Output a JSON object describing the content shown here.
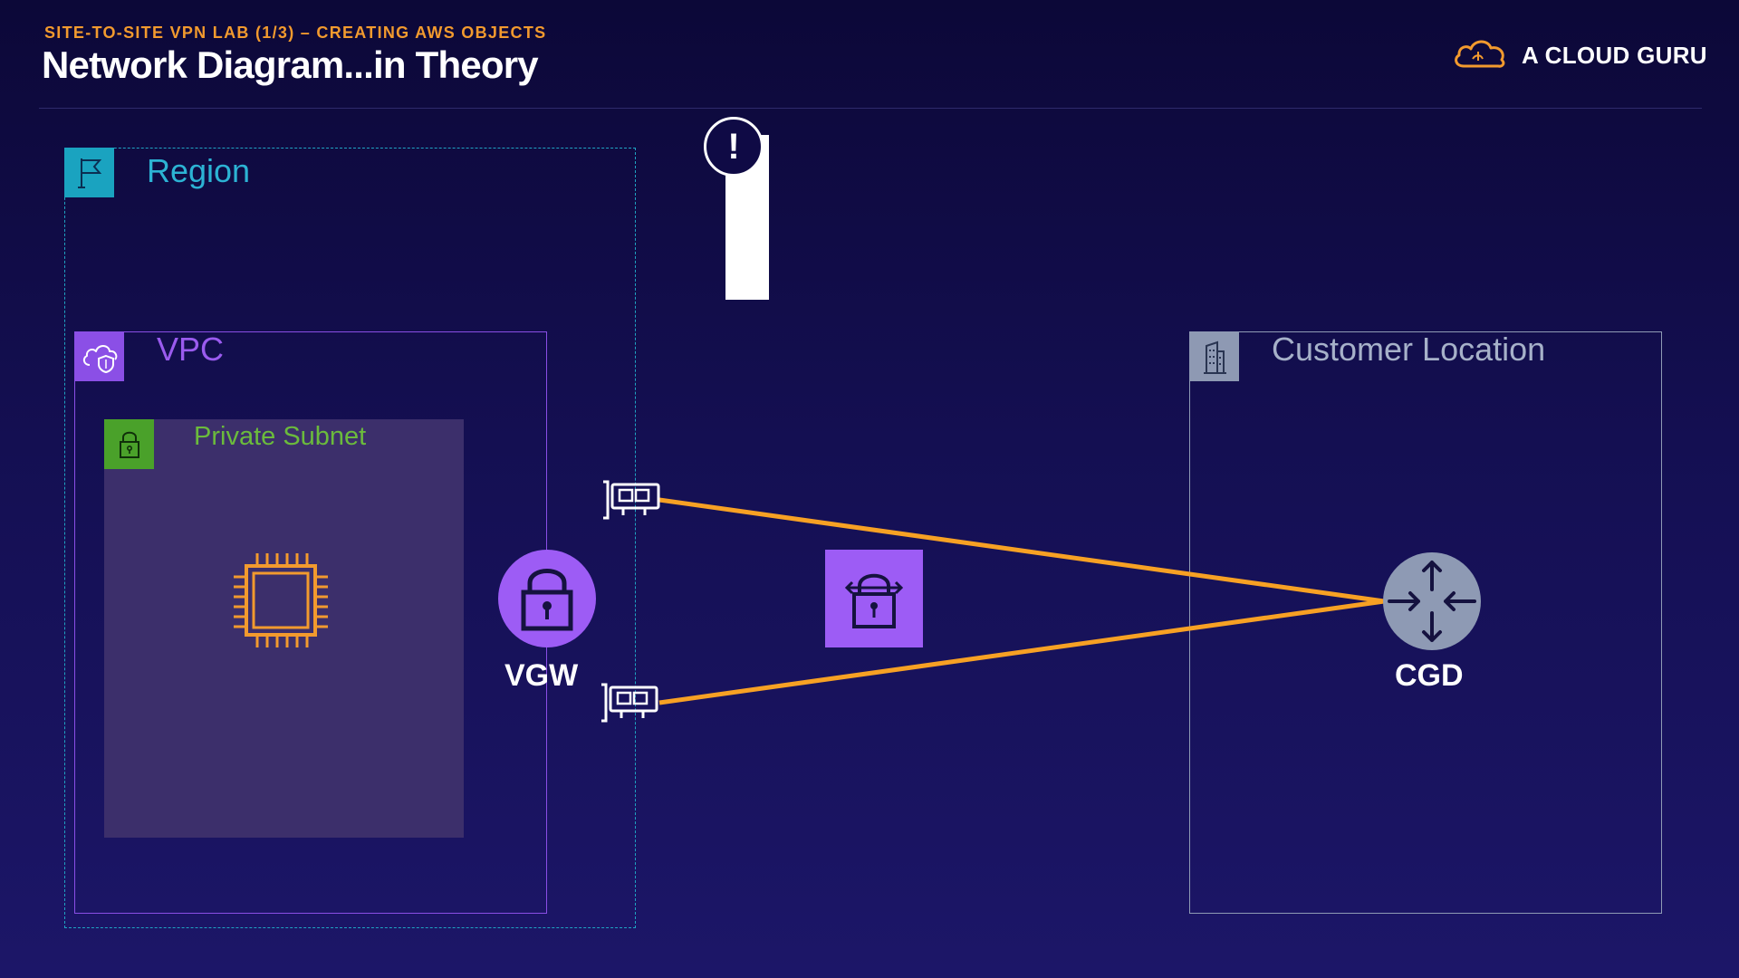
{
  "header": {
    "subtitle": "SITE-TO-SITE VPN LAB (1/3) – CREATING AWS OBJECTS",
    "title": "Network Diagram...in Theory",
    "brand": "A CLOUD GURU",
    "brand_icon": "cloud-icon"
  },
  "groups": {
    "region": {
      "label": "Region",
      "icon": "flag-icon",
      "color": "#1aa3c0"
    },
    "vpc": {
      "label": "VPC",
      "icon": "cloud-shield-icon",
      "color": "#8b4fe6"
    },
    "subnet": {
      "label": "Private Subnet",
      "icon": "padlock-icon",
      "color": "#4aa12a"
    },
    "customer": {
      "label": "Customer Location",
      "icon": "building-icon",
      "color": "#8e99b3"
    }
  },
  "nodes": {
    "instance": {
      "icon": "ec2-chip-icon"
    },
    "vgw": {
      "label": "VGW",
      "icon": "lock-icon"
    },
    "vpn_connection": {
      "icon": "vpn-connection-icon"
    },
    "cgw": {
      "label": "CGD",
      "icon": "router-icon"
    },
    "tunnel_endpoint_1": {
      "icon": "network-card-icon"
    },
    "tunnel_endpoint_2": {
      "icon": "network-card-icon"
    },
    "warning": {
      "text": "!",
      "icon": "exclamation-icon"
    }
  },
  "colors": {
    "accent_orange": "#f29a2e",
    "tunnel_line": "#f7a124",
    "vgw_purple": "#9d5cf5",
    "router_gray": "#8e9ab4"
  }
}
